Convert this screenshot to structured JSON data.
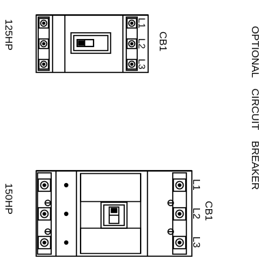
{
  "heading": "OPTIONAL CIRCUIT BREAKER",
  "breakers": [
    {
      "id": "cb-125",
      "rating": "125HP",
      "name": "CB1",
      "terminals": [
        "L1",
        "L2",
        "L3"
      ]
    },
    {
      "id": "cb-150",
      "rating": "150HP",
      "name": "CB1",
      "terminals": [
        "L1",
        "L2",
        "L3"
      ]
    }
  ]
}
